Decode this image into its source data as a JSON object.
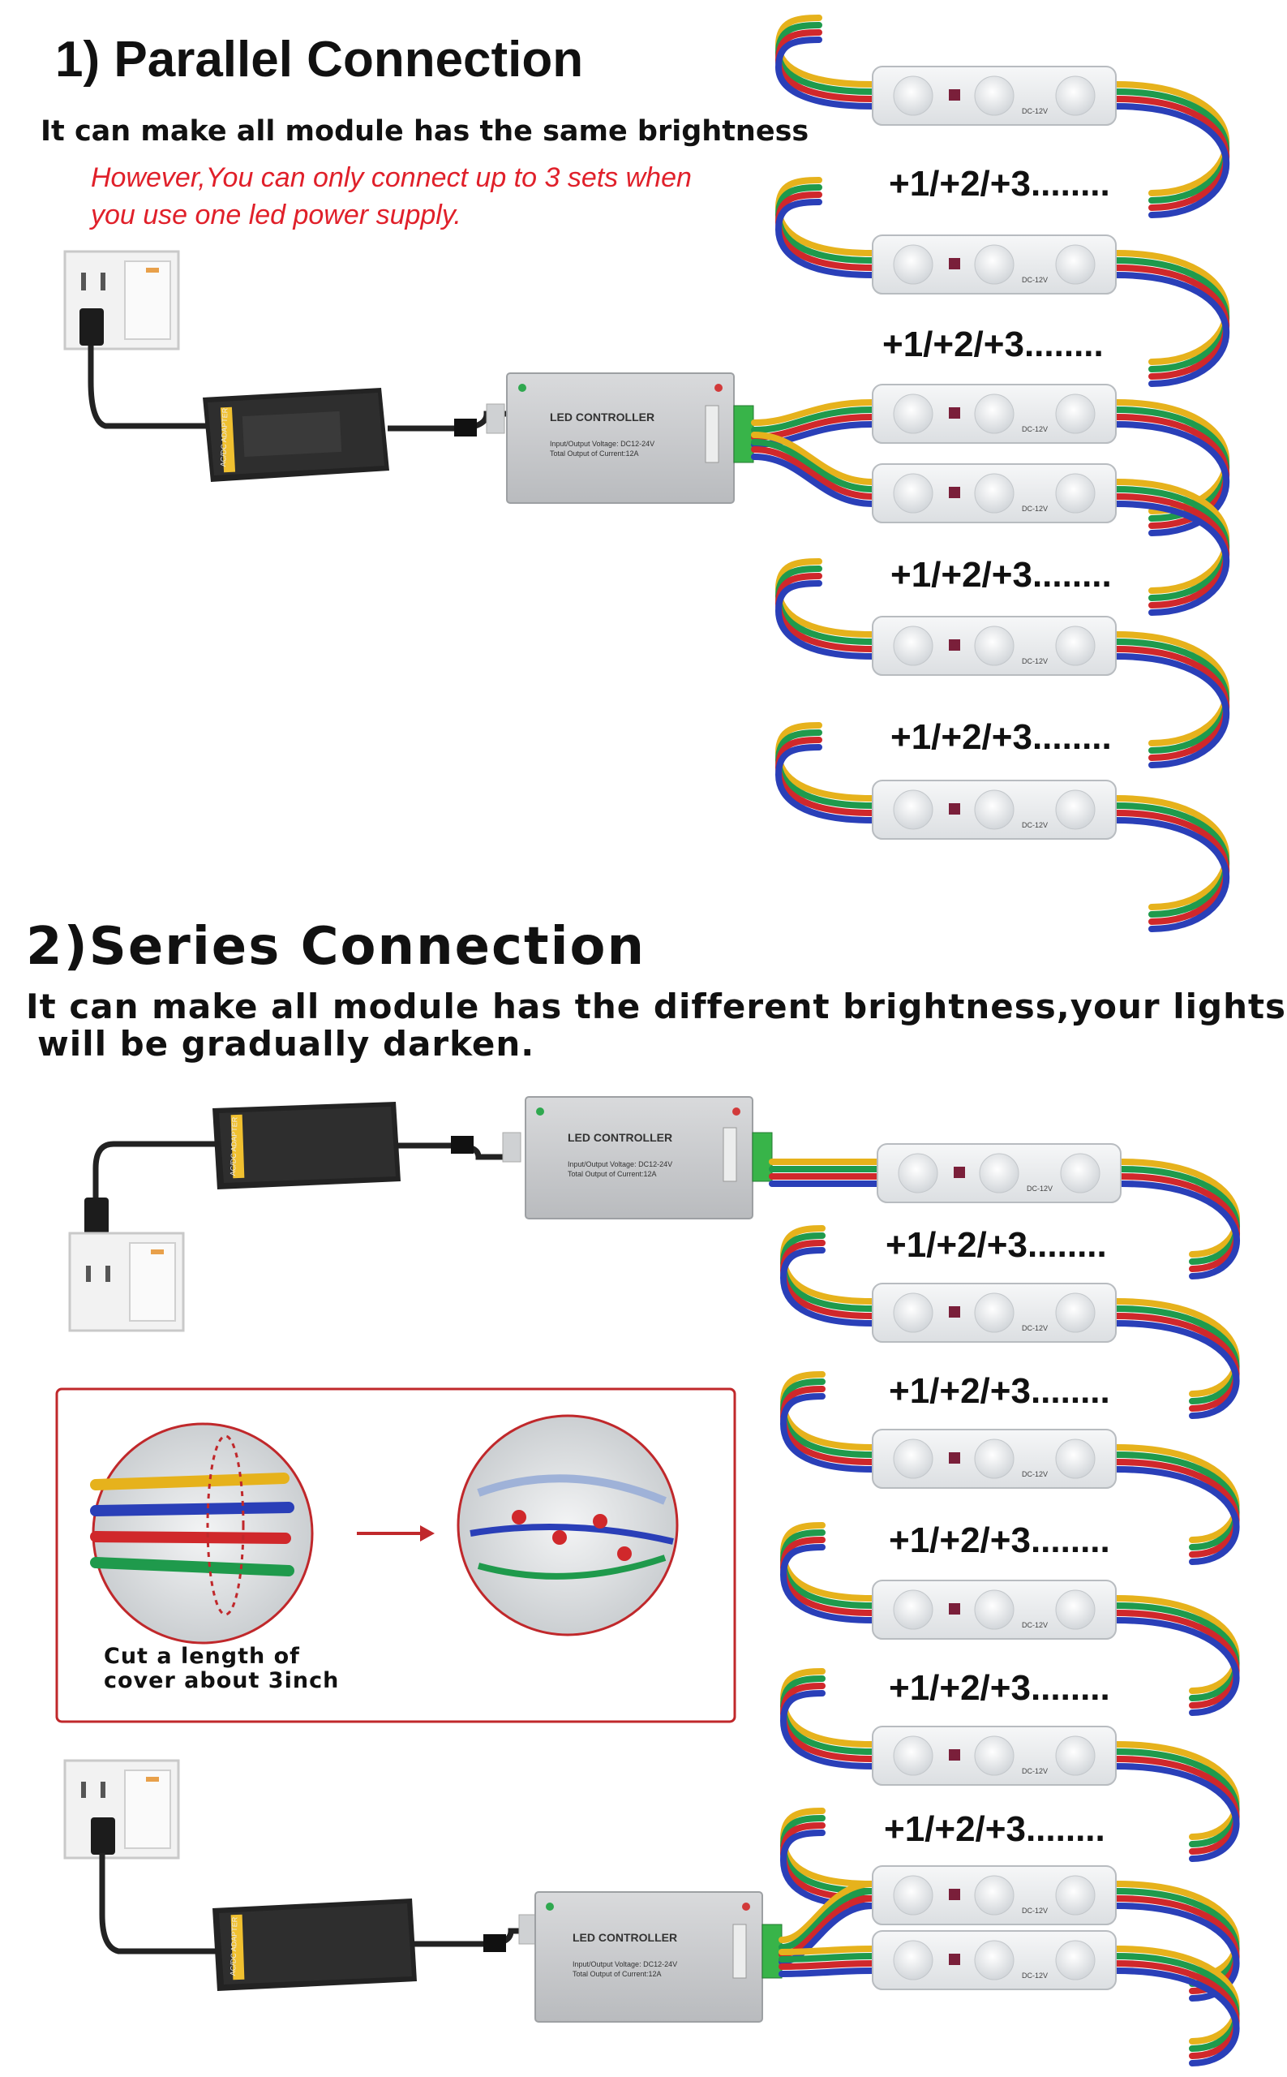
{
  "section1": {
    "title": "1) Parallel Connection",
    "subtitle": "It can make all module has the same brightness",
    "note_line1": "However,You can only connect up to 3 sets when",
    "note_line2": "you use one led power supply."
  },
  "section2": {
    "title": "2)Series Connection",
    "subtitle_line1": "It can make all module has the different brightness,your lights",
    "subtitle_line2": "will be gradually darken."
  },
  "increment_label": "+1/+2/+3........",
  "controller": {
    "title": "LED CONTROLLER",
    "spec_line1": "Input/Output Voltage: DC12-24V",
    "spec_line2": "Total Output of Current:12A"
  },
  "adapter_label": "AC/DC ADAPTER",
  "module_label": "DC-12V",
  "inset": {
    "caption_line1": "Cut a length of",
    "caption_line2": "cover about 3inch"
  },
  "colors": {
    "wire_blue": "#2a3fb8",
    "wire_green": "#1f9a4c",
    "wire_red": "#d0282b",
    "wire_yellow": "#e6b21c",
    "note_red": "#e0202a",
    "inset_border": "#c0282b"
  }
}
